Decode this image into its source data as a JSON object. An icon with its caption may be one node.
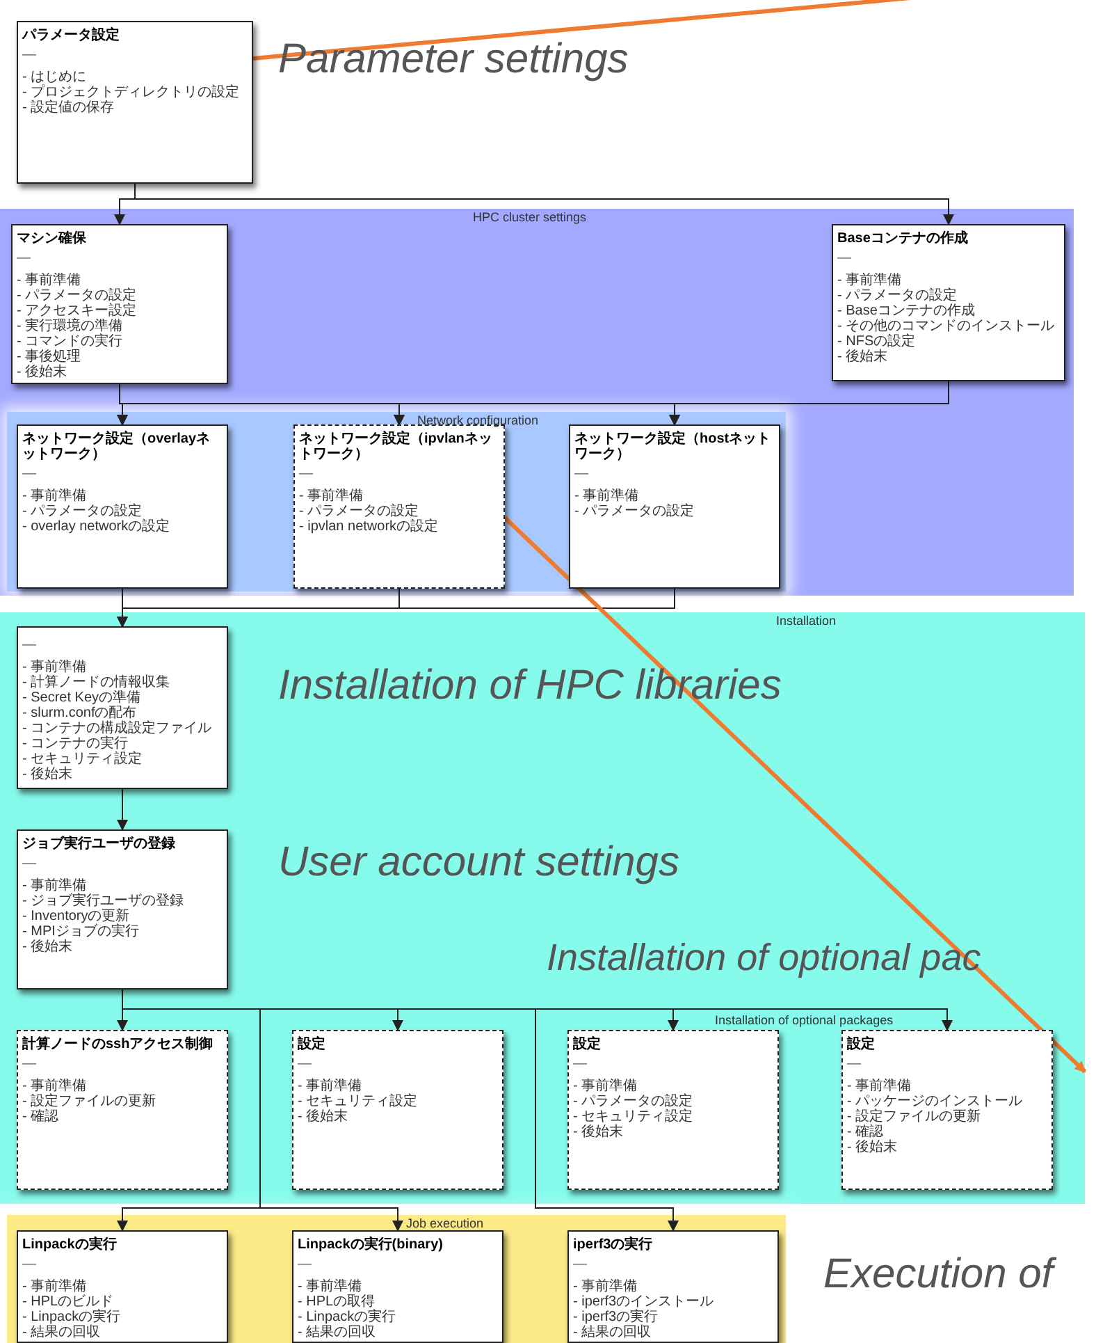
{
  "diagram": {
    "nodes": [
      {
        "text": [
          "パラメータ設定",
          "—",
          "- はじめに",
          "- プロジェクトディレクトリの設定",
          "- 設定値の保存"
        ]
      },
      {
        "text": [
          "HPC cluster settings"
        ]
      },
      {
        "text": [
          "マシン確保",
          "—",
          "- 事前準備",
          "- パラメータの設定",
          "- アクセスキー設定",
          "- 実行環境の準備",
          "- コマンドの実行",
          "- 事後処理",
          "- 後始末"
        ],
        "in": 1
      },
      {
        "text": [
          "Baseコンテナの作成",
          "—",
          "- 事前準備",
          "- パラメータの設定",
          "- Baseコンテナの作成",
          "- その他のコマンドのインストール",
          "- NFSの設定",
          "- 後始末"
        ],
        "in": 1
      },
      {
        "text": [
          "Network configuration"
        ],
        "in": 1
      },
      {
        "text": [
          "ネットワーク設定（overlayネットワーク）",
          "—",
          "- 事前準備",
          "- パラメータの設定",
          "- overlay networkの設定"
        ],
        "in": 4
      },
      {
        "text": [
          "ネットワーク設定（ipvlanネットワーク）",
          "—",
          "- 事前準備",
          "- パラメータの設定",
          "- ipvlan networkの設定"
        ],
        "in": 4
      },
      {
        "text": [
          "ネットワーク設定（hostネットワーク）",
          "—",
          "- 事前準備",
          "- パラメータの設定"
        ],
        "in": 4
      },
      {
        "text": [
          "Installation"
        ]
      },
      {
        "text": [
          "—",
          "- 事前準備",
          "- 計算ノードの情報収集",
          "- Secret Keyの準備",
          "- slurm.confの配布",
          "- コンテナの構成設定ファイル",
          "- コンテナの実行",
          "- セキュリティ設定",
          "- 後始末"
        ],
        "in": 8
      },
      {
        "text": [
          "ジョブ実行ユーザの登録",
          "—",
          "- 事前準備",
          "- ジョブ実行ユーザの登録",
          "- Inventoryの更新",
          "- MPIジョブの実行",
          "- 後始末"
        ],
        "in": 8
      },
      {
        "text": [
          "計算ノードのsshアクセス制御",
          "—",
          "- 事前準備",
          "- 設定ファイルの更新",
          "- 確認"
        ],
        "in": 8
      },
      {
        "text": [
          "設定",
          "—",
          "- 事前準備",
          "- セキュリティ設定",
          "- 後始末"
        ],
        "in": 8
      },
      {
        "text": [
          "設定",
          "—",
          "- 事前準備",
          "- パラメータの設定",
          "- セキュリティ設定",
          "- 後始末"
        ],
        "in": 8
      },
      {
        "text": [
          "設定",
          "—",
          "- 事前準備",
          "- パッケージのインストール",
          "- 設定ファイルの更新",
          "- 確認",
          "- 後始末"
        ],
        "in": 8
      },
      {
        "text": [
          "Job execution"
        ]
      },
      {
        "text": [
          "Linpackの実行",
          "—",
          "- 事前準備",
          "- HPLのビルド",
          "- Linpackの実行",
          "- 結果の回収"
        ],
        "in": 15
      },
      {
        "text": [
          "Linpackの実行(binary)",
          "—",
          "- 事前準備",
          "- HPLの取得",
          "- Linpackの実行",
          "- 結果の回収"
        ],
        "in": 15
      },
      {
        "text": [
          "iperf3の実行",
          "—",
          "- 事前準備",
          "- iperf3のインストール",
          "- iperf3の実行",
          "- 結果の回収"
        ],
        "in": 15
      }
    ],
    "edges": [
      {
        "from": 0,
        "to": 2,
        "arrow": "to"
      },
      {
        "from": 0,
        "to": 3,
        "arrow": "to"
      },
      {
        "from": 2,
        "to": 5,
        "arrow": "to"
      },
      {
        "from": 2,
        "to": 6,
        "arrow": "to"
      },
      {
        "from": 2,
        "to": 7,
        "arrow": "to"
      },
      {
        "from": 3,
        "to": 5,
        "arrow": "to"
      },
      {
        "from": 3,
        "to": 6,
        "arrow": "to"
      },
      {
        "from": 3,
        "to": 7,
        "arrow": "to"
      },
      {
        "from": 5,
        "to": 9,
        "arrow": "to"
      },
      {
        "from": 6,
        "to": 9,
        "arrow": "to"
      },
      {
        "from": 7,
        "to": 9,
        "arrow": "to"
      },
      {
        "from": 9,
        "to": 10,
        "arrow": "to"
      },
      {
        "from": 10,
        "to": 11,
        "arrow": "to"
      },
      {
        "from": 10,
        "to": 12,
        "arrow": "to"
      },
      {
        "from": 10,
        "to": 13,
        "arrow": "to"
      },
      {
        "from": 10,
        "to": 14,
        "arrow": "to"
      },
      {
        "from": 10,
        "to": 16,
        "arrow": "to"
      },
      {
        "from": 10,
        "to": 17,
        "arrow": "to"
      },
      {
        "from": 10,
        "to": 18,
        "arrow": "to"
      },
      {
        "from": 0,
        "to": null,
        "arrow": "none",
        "style": "thick",
        "color": "#ee7b30"
      },
      {
        "from": 6,
        "to": 8,
        "arrow": "to",
        "style": "thick",
        "color": "#ee7b30"
      }
    ],
    "labels": [
      "Parameter settings",
      "Installation of HPC libraries",
      "User account settings",
      "Installation of optional pac",
      "Installation of optional packages",
      "Execution of"
    ]
  }
}
